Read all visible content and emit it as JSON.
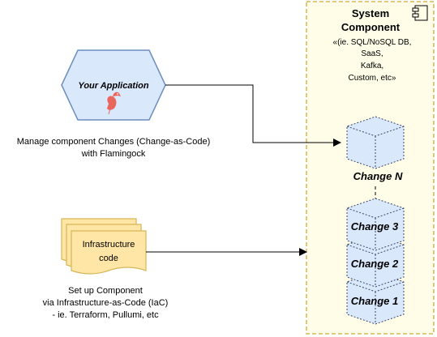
{
  "app": {
    "name": "Your Application",
    "caption_line1": "Manage component Changes (Change-as-Code)",
    "caption_line2": "with Flamingock",
    "logo_icon": "flamingo-icon"
  },
  "iac": {
    "doc_line1": "Infrastructure",
    "doc_line2": "code",
    "caption_line1": "Set up Component",
    "caption_line2": "via Infrastructure-as-Code (IaC)",
    "caption_line3": "- ie. Terraform, Pullumi, etc"
  },
  "component": {
    "title_line1": "System",
    "title_line2": "Component",
    "desc_lines": [
      "«(ie. SQL/NoSQL DB,",
      "SaaS,",
      "Kafka,",
      "Custom, etc»"
    ],
    "icon": "component-icon"
  },
  "changes": {
    "top": "Change N",
    "stack": [
      "Change 3",
      "Change 2",
      "Change 1"
    ]
  },
  "colors": {
    "hexagon_fill": "#dae8fc",
    "hexagon_stroke": "#6c8ebf",
    "document_fill": "#ffe6a7",
    "document_stroke": "#d6b656",
    "panel_fill": "#fffde8",
    "panel_stroke": "#d6b656",
    "cube_fill": "#dae8fc",
    "cube_stroke": "#3a4a6a",
    "logo": "#e8665c"
  }
}
